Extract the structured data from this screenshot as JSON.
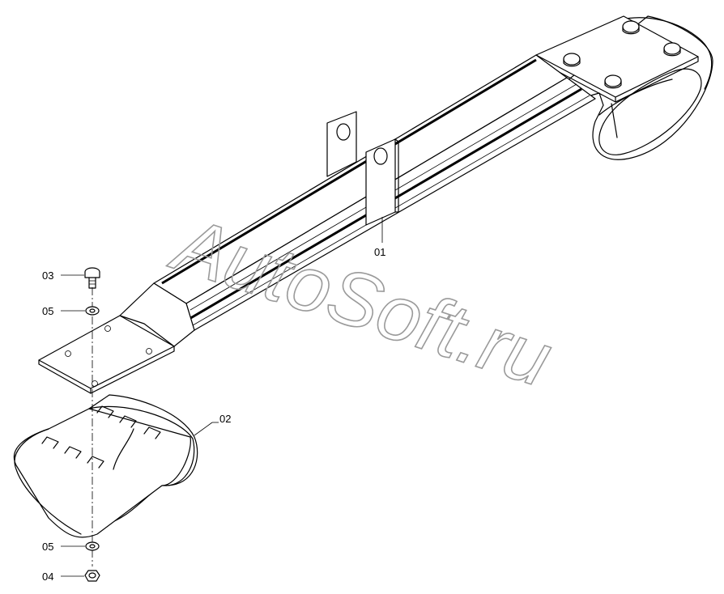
{
  "callouts": {
    "part_01": "01",
    "part_02": "02",
    "part_03": "03",
    "part_04": "04",
    "part_05_top": "05",
    "part_05_bottom": "05"
  },
  "watermark": "AutoSoft.ru"
}
